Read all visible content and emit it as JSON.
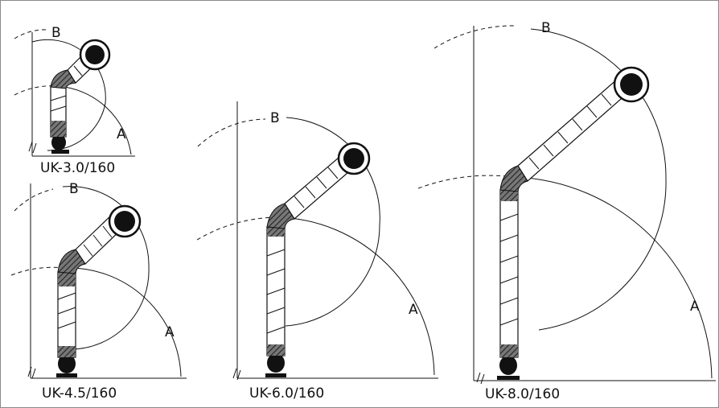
{
  "figure": {
    "title": "",
    "diagrams": [
      {
        "id": "uk-3-0",
        "model": "UK-3.0/160",
        "label_a": "A",
        "label_b": "B"
      },
      {
        "id": "uk-4-5",
        "model": "UK-4.5/160",
        "label_a": "A",
        "label_b": "B"
      },
      {
        "id": "uk-6-0",
        "model": "UK-6.0/160",
        "label_a": "A",
        "label_b": "B"
      },
      {
        "id": "uk-8-0",
        "model": "UK-8.0/160",
        "label_a": "A",
        "label_b": "B"
      }
    ]
  }
}
